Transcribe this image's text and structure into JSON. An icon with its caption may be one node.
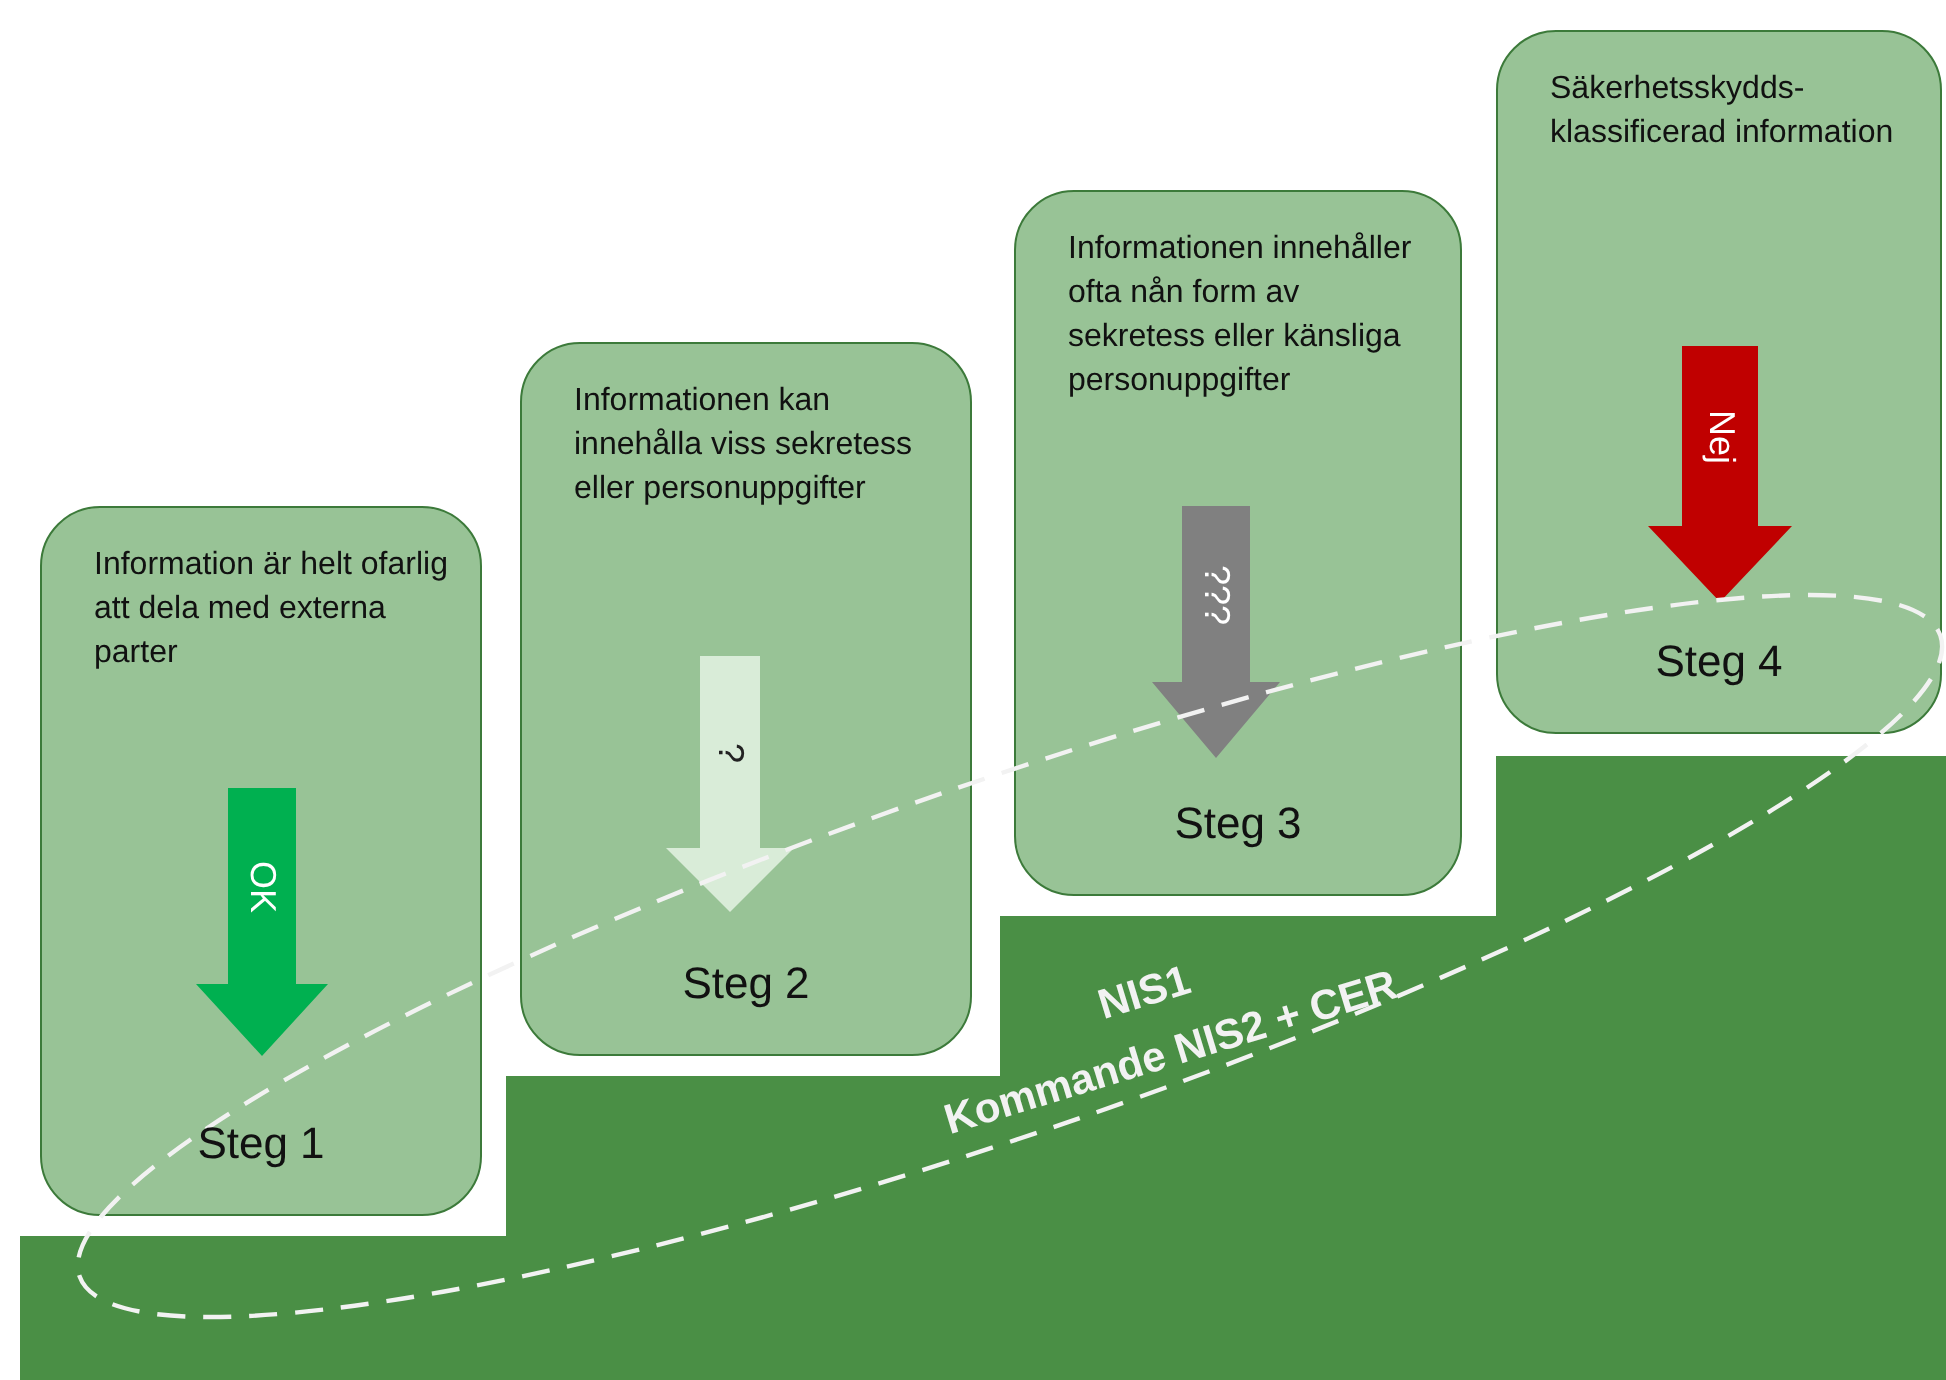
{
  "diagram": {
    "nodes": [
      {
        "text": [
          "Information är helt ofarlig att dela med externa parter",
          "Steg 1"
        ]
      },
      {
        "text": [
          "OK"
        ],
        "in": 0
      },
      {
        "text": [
          "Informationen kan innehålla viss sekretess eller personuppgifter",
          "Steg 2"
        ]
      },
      {
        "text": [
          "?"
        ],
        "in": 2
      },
      {
        "text": [
          "Informationen innehåller ofta nån form av sekretess eller känsliga personuppgifter",
          "Steg 3"
        ]
      },
      {
        "text": [
          "???"
        ],
        "in": 4
      },
      {
        "text": [
          "Säkerhetsskydds-klassificerad information",
          "Steg 4"
        ]
      },
      {
        "text": [
          "Nej"
        ],
        "in": 6
      }
    ],
    "labels": [
      "NIS1",
      "Kommande NIS2 + CER"
    ]
  }
}
